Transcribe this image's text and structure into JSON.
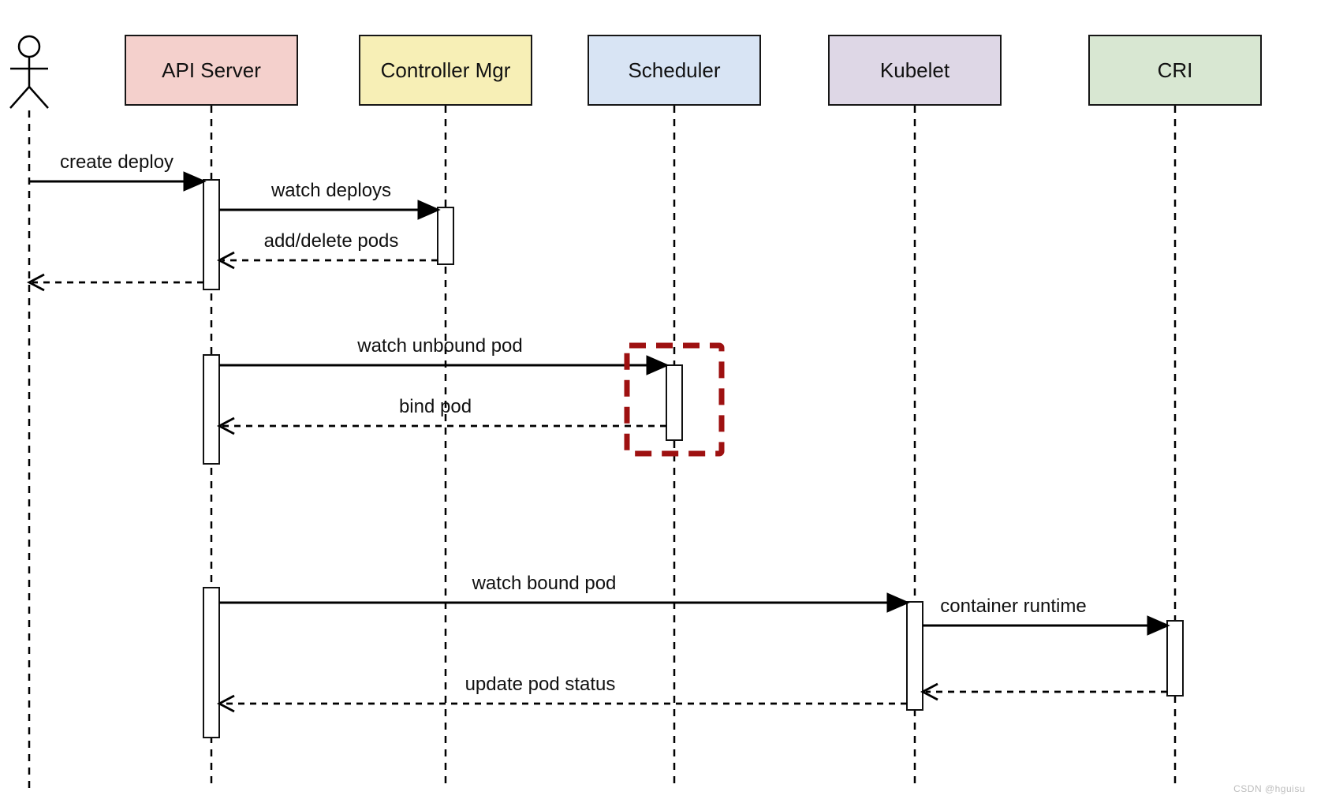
{
  "diagram": {
    "type": "sequence",
    "background": "#ffffff",
    "line_color": "#000000",
    "highlight_box_color": "#9e1111"
  },
  "participants": [
    {
      "id": "user",
      "kind": "actor",
      "label": ""
    },
    {
      "id": "api-server",
      "kind": "box",
      "label": "API Server",
      "fill": "#f4d0cc"
    },
    {
      "id": "controller-mgr",
      "kind": "box",
      "label": "Controller Mgr",
      "fill": "#f7efb6"
    },
    {
      "id": "scheduler",
      "kind": "box",
      "label": "Scheduler",
      "fill": "#d8e4f4"
    },
    {
      "id": "kubelet",
      "kind": "box",
      "label": "Kubelet",
      "fill": "#ded7e6"
    },
    {
      "id": "cri",
      "kind": "box",
      "label": "CRI",
      "fill": "#d8e7d2"
    }
  ],
  "messages": [
    {
      "label": "create deploy",
      "from": "user",
      "to": "api-server",
      "line": "solid"
    },
    {
      "label": "watch deploys",
      "from": "api-server",
      "to": "controller-mgr",
      "line": "solid"
    },
    {
      "label": "add/delete pods",
      "from": "controller-mgr",
      "to": "api-server",
      "line": "dashed"
    },
    {
      "label": "",
      "from": "api-server",
      "to": "user",
      "line": "dashed"
    },
    {
      "label": "watch unbound pod",
      "from": "api-server",
      "to": "scheduler",
      "line": "solid"
    },
    {
      "label": "bind pod",
      "from": "scheduler",
      "to": "api-server",
      "line": "dashed"
    },
    {
      "label": "watch bound pod",
      "from": "api-server",
      "to": "kubelet",
      "line": "solid"
    },
    {
      "label": "container runtime",
      "from": "kubelet",
      "to": "cri",
      "line": "solid"
    },
    {
      "label": "",
      "from": "cri",
      "to": "kubelet",
      "line": "dashed"
    },
    {
      "label": "update pod status",
      "from": "kubelet",
      "to": "api-server",
      "line": "dashed"
    }
  ],
  "watermark": "CSDN @hguisu"
}
